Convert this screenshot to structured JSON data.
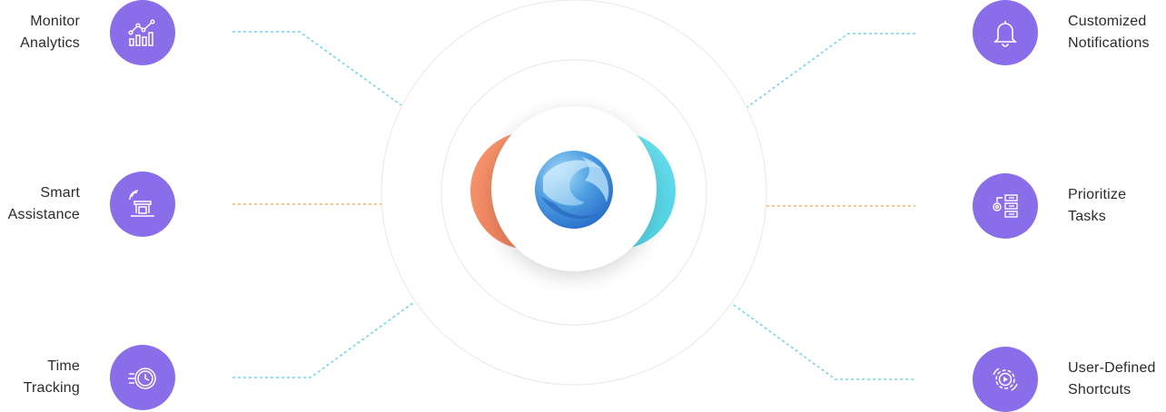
{
  "features": {
    "left": [
      {
        "line1": "Monitor",
        "line2": "Analytics",
        "icon": "analytics-chart-icon"
      },
      {
        "line1": "Smart",
        "line2": "Assistance",
        "icon": "robot-arm-icon"
      },
      {
        "line1": "Time",
        "line2": "Tracking",
        "icon": "stopwatch-icon"
      }
    ],
    "right": [
      {
        "line1": "Customized",
        "line2": "Notifications",
        "icon": "bell-icon"
      },
      {
        "line1": "Prioritize",
        "line2": "Tasks",
        "icon": "task-list-icon"
      },
      {
        "line1": "User-Defined",
        "line2": "Shortcuts",
        "icon": "gear-play-icon"
      }
    ]
  },
  "colors": {
    "icon_bg": "#8a6de9",
    "connector_cyan": "#6fd6ea",
    "connector_orange": "#f1b46b",
    "arc_orange": "#ef7a55",
    "arc_cyan": "#4fd3e6",
    "ring": "#e6e6e6"
  },
  "center": {
    "logo": "app-logo-icon"
  }
}
